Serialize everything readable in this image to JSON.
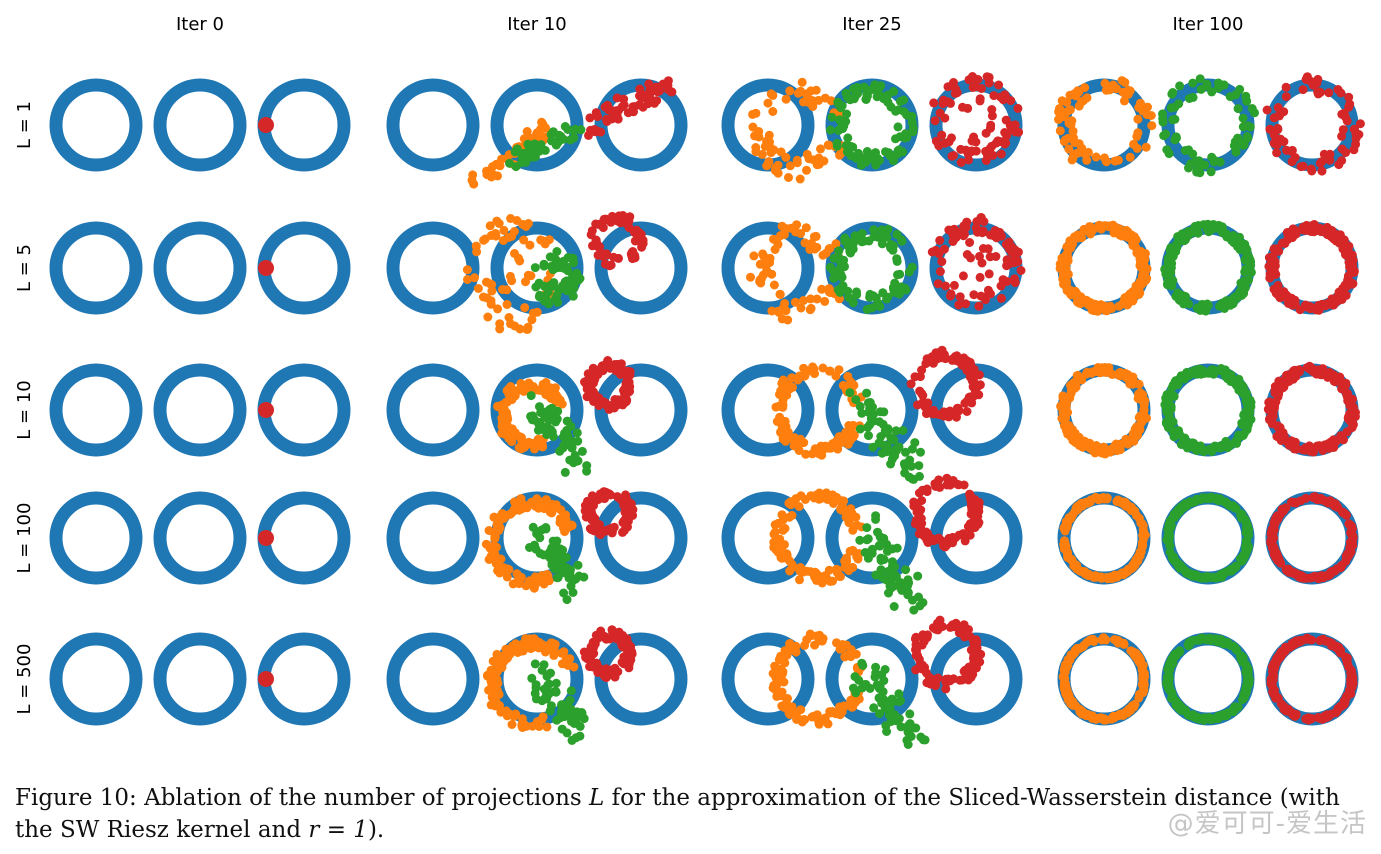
{
  "figure": {
    "column_titles": [
      "Iter 0",
      "Iter 10",
      "Iter 25",
      "Iter 100"
    ],
    "row_labels": [
      "L = 1",
      "L = 5",
      "L = 10",
      "L = 100",
      "L = 500"
    ]
  },
  "caption": {
    "prefix": "Figure 10: Ablation of the number of projections ",
    "var": "L",
    "middle": " for the approximation of the Sliced-Wasserstein distance (with the SW Riesz kernel and ",
    "eq": "r = 1",
    "suffix": ")."
  },
  "watermark": "@爱可可-爱生活",
  "colors": {
    "target": "#1f77b4",
    "particles_1": "#ff7f0e",
    "particles_2": "#2ca02c",
    "particles_3": "#d62728"
  },
  "chart_data": {
    "type": "scatter",
    "layout": "4 columns (iterations) x 5 rows (number of projections L), each panel: 3 target rings + 3 particle clouds",
    "iterations": [
      0,
      10,
      25,
      100
    ],
    "L_values": [
      1,
      5,
      10,
      100,
      500
    ],
    "series": [
      {
        "color": "#1f77b4",
        "role": "target rings"
      },
      {
        "color": "#ff7f0e",
        "role": "particles"
      },
      {
        "color": "#2ca02c",
        "role": "particles"
      },
      {
        "color": "#d62728",
        "role": "particles"
      }
    ]
  }
}
